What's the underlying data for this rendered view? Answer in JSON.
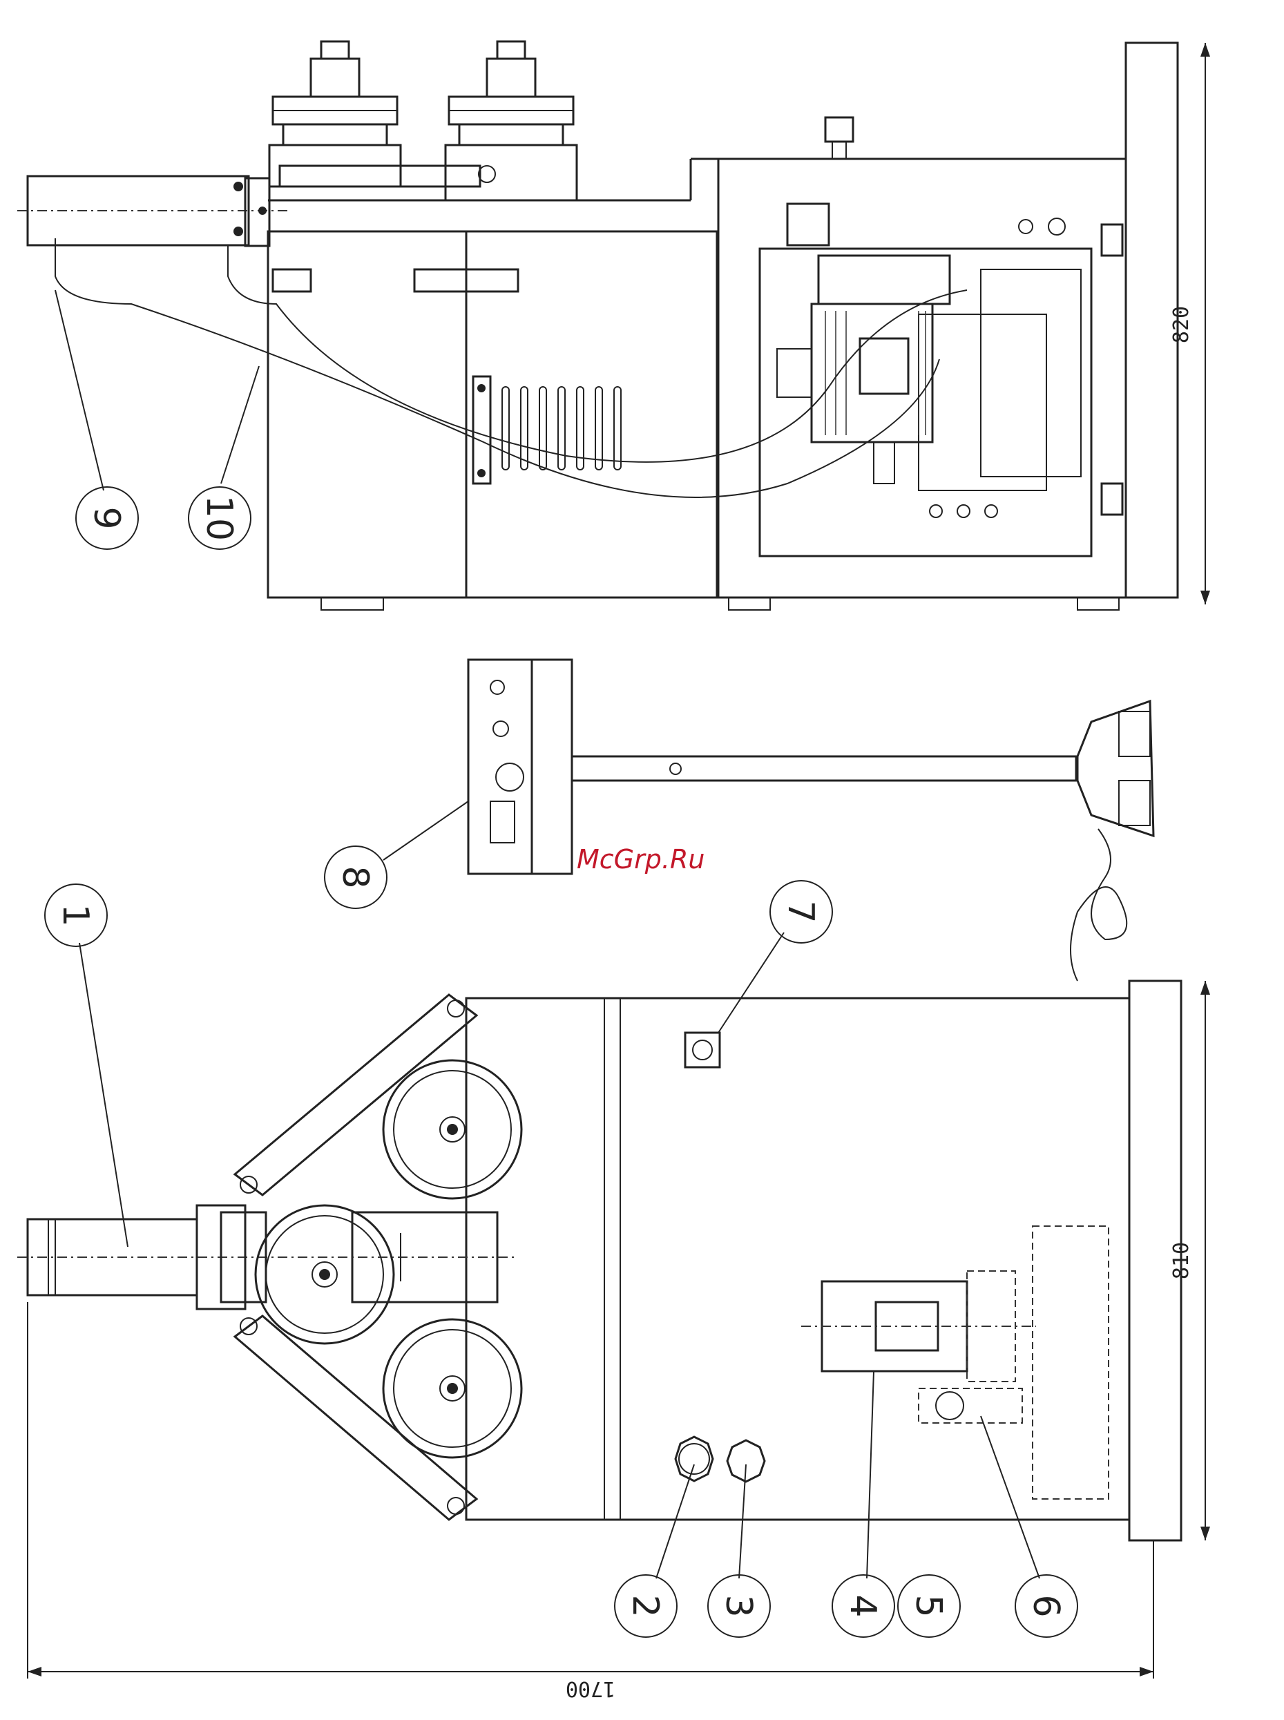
{
  "watermark": "McGrp.Ru",
  "dimensions": {
    "height_top": "820",
    "depth_bottom": "810",
    "length_total": "1700"
  },
  "callouts": [
    "1",
    "2",
    "3",
    "4",
    "5",
    "6",
    "7",
    "8",
    "9",
    "10"
  ],
  "colors": {
    "line": "#222222",
    "watermark": "#c3182a",
    "background": "#ffffff"
  }
}
